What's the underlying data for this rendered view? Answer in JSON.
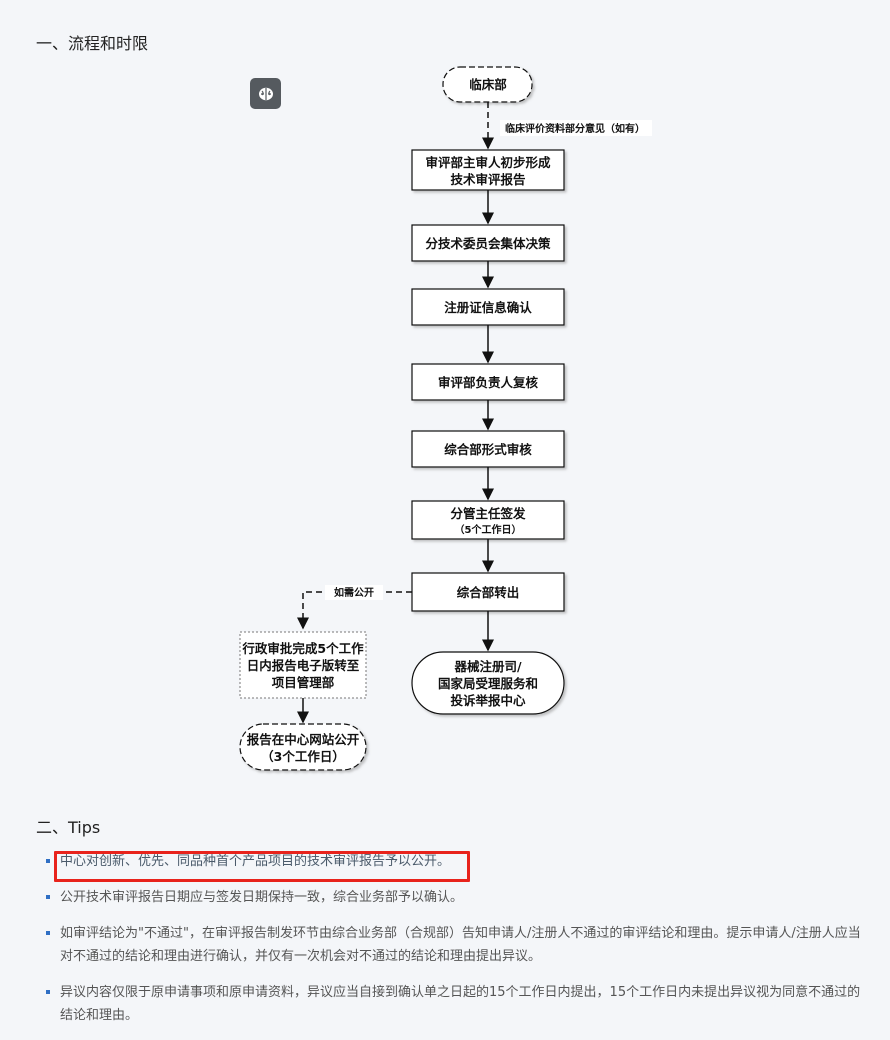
{
  "sections": {
    "s1_title": "一、流程和时限",
    "s2_title": "二、Tips"
  },
  "icons": {
    "brain_button": "brain-icon"
  },
  "flow": {
    "start": "临床部",
    "edge_note": "临床评价资料部分意见（如有）",
    "step1_l1": "审评部主审人初步形成",
    "step1_l2": "技术审评报告",
    "step2": "分技术委员会集体决策",
    "step3": "注册证信息确认",
    "step4": "审评部负责人复核",
    "step5": "综合部形式审核",
    "step6_l1": "分管主任签发",
    "step6_l2": "（5个工作日）",
    "step7": "综合部转出",
    "branch_label": "如需公开",
    "admin_l1": "行政审批完成5个工作",
    "admin_l2": "日内报告电子版转至",
    "admin_l3": "项目管理部",
    "publish_l1": "报告在中心网站公开",
    "publish_l2": "（3个工作日）",
    "end_l1": "器械注册司/",
    "end_l2": "国家局受理服务和",
    "end_l3": "投诉举报中心"
  },
  "tips": [
    "中心对创新、优先、同品种首个产品项目的技术审评报告予以公开。",
    "公开技术审评报告日期应与签发日期保持一致，综合业务部予以确认。",
    "如审评结论为\"不通过\"，在审评报告制发环节由综合业务部（合规部）告知申请人/注册人不通过的审评结论和理由。提示申请人/注册人应当对不通过的结论和理由进行确认，并仅有一次机会对不通过的结论和理由提出异议。",
    "异议内容仅限于原申请事项和原申请资料，异议应当自接到确认单之日起的15个工作日内提出，15个工作日内未提出异议视为同意不通过的结论和理由。"
  ],
  "colors": {
    "highlight_border": "#e8231c",
    "bullet": "#2f6fc4"
  }
}
